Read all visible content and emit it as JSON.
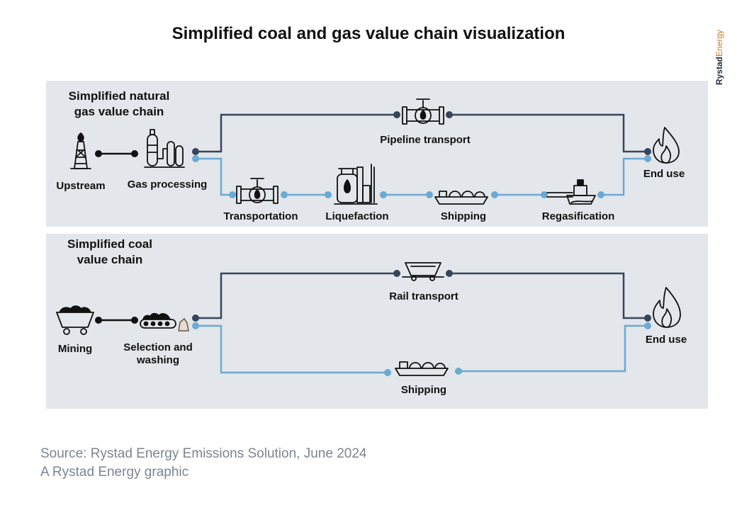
{
  "title": "Simplified coal and gas value chain visualization",
  "brand": {
    "part1": "Rystad",
    "part2": "Energy"
  },
  "colors": {
    "panel_bg": "#e3e6ea",
    "dark_line": "#37455a",
    "blue_line": "#6aaad4",
    "brand_accent": "#c87a2a",
    "source_text": "#7c8590"
  },
  "gas_chain": {
    "title_line1": "Simplified natural",
    "title_line2": "gas value chain",
    "upstream": "Upstream",
    "gas_processing": "Gas processing",
    "pipeline_transport": "Pipeline transport",
    "transportation": "Transportation",
    "liquefaction": "Liquefaction",
    "shipping": "Shipping",
    "regasification": "Regasification",
    "end_use": "End use"
  },
  "coal_chain": {
    "title_line1": "Simplified coal",
    "title_line2": "value chain",
    "mining": "Mining",
    "selection_line1": "Selection and",
    "selection_line2": "washing",
    "rail_transport": "Rail transport",
    "shipping": "Shipping",
    "end_use": "End use"
  },
  "icons": [
    "gas-well-icon",
    "gas-processing-icon",
    "pipeline-valve-icon",
    "lng-plant-icon",
    "lng-ship-icon",
    "regas-terminal-icon",
    "flame-icon",
    "mine-cart-icon",
    "conveyor-icon",
    "rail-car-icon"
  ],
  "source": {
    "line1": "Source: Rystad Energy Emissions Solution, June 2024",
    "line2": "A Rystad Energy graphic"
  }
}
